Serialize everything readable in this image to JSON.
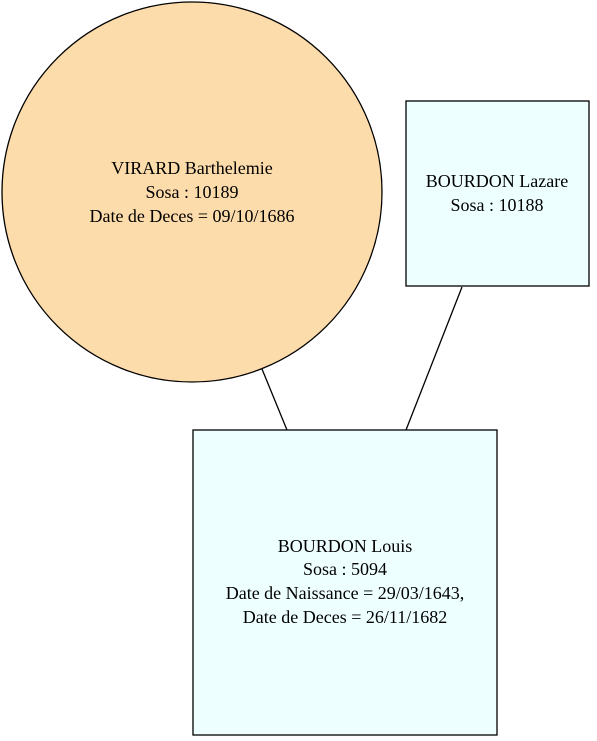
{
  "colors": {
    "female_fill": "#fddcab",
    "male_fill": "#eeffff",
    "stroke": "#000000",
    "background": "#ffffff"
  },
  "nodes": [
    {
      "id": "virard-barthelemie",
      "shape": "circle",
      "lines": [
        "VIRARD Barthelemie",
        "Sosa : 10189",
        "Date de Deces = 09/10/1686"
      ]
    },
    {
      "id": "bourdon-lazare",
      "shape": "box",
      "lines": [
        "BOURDON Lazare",
        "Sosa : 10188"
      ]
    },
    {
      "id": "bourdon-louis",
      "shape": "box",
      "lines": [
        "BOURDON Louis",
        "Sosa : 5094",
        "Date de Naissance = 29/03/1643,",
        "Date de Deces = 26/11/1682"
      ]
    }
  ],
  "edges": [
    {
      "from": "virard-barthelemie",
      "to": "bourdon-louis"
    },
    {
      "from": "bourdon-lazare",
      "to": "bourdon-louis"
    }
  ]
}
